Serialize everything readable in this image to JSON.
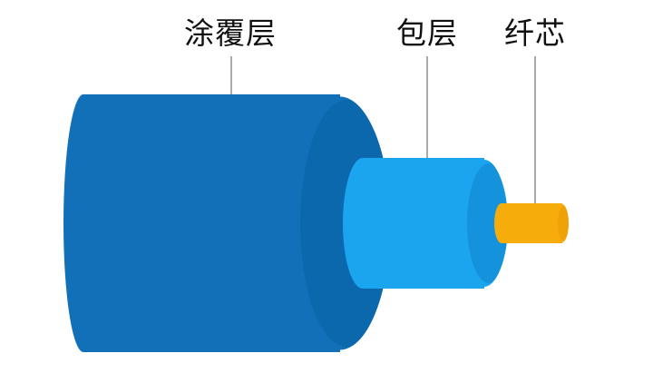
{
  "labels": {
    "coating": "涂覆层",
    "cladding": "包层",
    "core": "纤芯"
  },
  "colors": {
    "coating_body": "#1170b8",
    "coating_face": "#0c68ad",
    "cladding_body": "#1ba5ee",
    "cladding_face": "#1493dc",
    "core_body": "#f6ad0c",
    "core_face": "#eea207",
    "separator": "#ffffff",
    "leader_line": "#555555",
    "text": "#111111"
  }
}
